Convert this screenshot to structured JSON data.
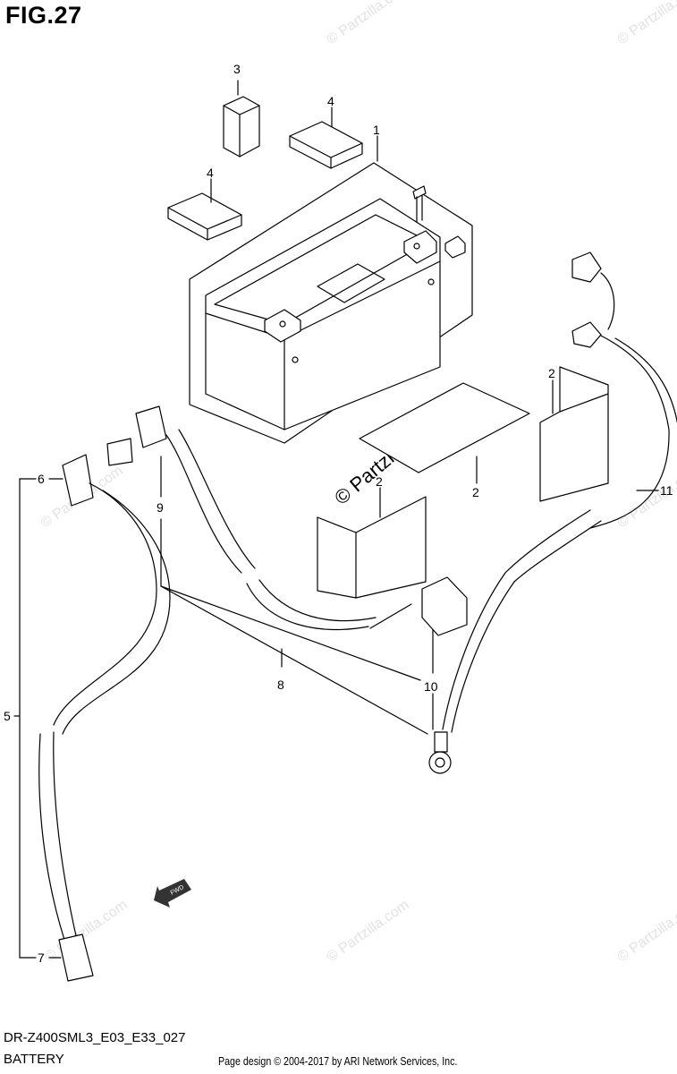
{
  "figure": {
    "title": "FIG.27",
    "model_code": "DR-Z400SML3_E03_E33_027",
    "section": "BATTERY",
    "footer": "Page design © 2004-2017 by ARI Network Services, Inc."
  },
  "callouts": {
    "c1": "1",
    "c2a": "2",
    "c2b": "2",
    "c2c": "2",
    "c3": "3",
    "c4a": "4",
    "c4b": "4",
    "c5": "5",
    "c6": "6",
    "c7": "7",
    "c8": "8",
    "c9": "9",
    "c10": "10",
    "c11": "11"
  },
  "watermark": {
    "main": "© Partzilla.com",
    "small": "© Partzilla.com"
  },
  "fwd_label": "FWD",
  "colors": {
    "line": "#000000",
    "watermark": "#e2e2e2",
    "background": "#ffffff"
  }
}
